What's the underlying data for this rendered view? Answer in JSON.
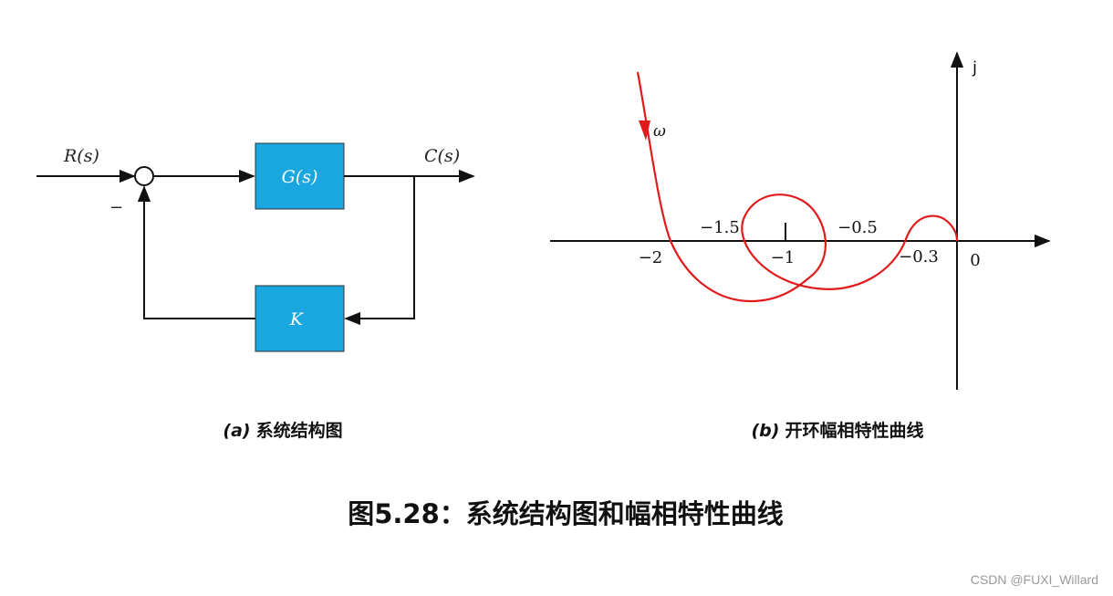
{
  "diagram_a": {
    "input_label": "R(s)",
    "output_label": "C(s)",
    "forward_block": "G(s)",
    "feedback_block": "K",
    "feedback_sign": "−",
    "block_color": "#1aa7e0",
    "caption_letter": "(a)",
    "caption_text": "系统结构图"
  },
  "diagram_b": {
    "imag_axis_label": "j",
    "direction_label": "ω",
    "ticks": {
      "neg2": "−2",
      "neg1_5": "−1.5",
      "neg1": "−1",
      "neg0_5": "−0.5",
      "neg0_3": "−0.3",
      "zero": "0"
    },
    "curve_color": "#e11b1b",
    "caption_letter": "(b)",
    "caption_text": "开环幅相特性曲线"
  },
  "figure_title": "图5.28：系统结构图和幅相特性曲线",
  "watermark": "CSDN @FUXI_Willard"
}
